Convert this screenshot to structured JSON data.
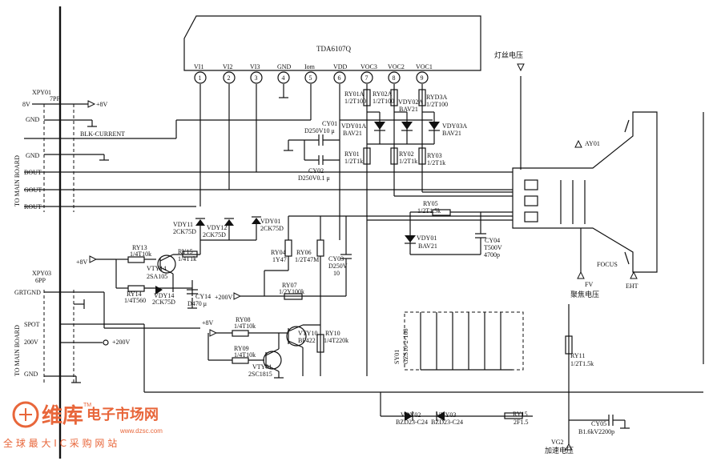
{
  "ic": {
    "name": "TDA6107Q",
    "pins": [
      {
        "num": "1",
        "label": "VI1"
      },
      {
        "num": "2",
        "label": "VI2"
      },
      {
        "num": "3",
        "label": "VI3"
      },
      {
        "num": "4",
        "label": "GND"
      },
      {
        "num": "5",
        "label": "Iom"
      },
      {
        "num": "6",
        "label": "VDD"
      },
      {
        "num": "7",
        "label": "VOC3"
      },
      {
        "num": "8",
        "label": "VOC2"
      },
      {
        "num": "9",
        "label": "VOC1"
      }
    ]
  },
  "connectors": {
    "xpy01": {
      "ref": "XPY01",
      "pins": "7PP",
      "side_label": "TO MAIN BOARD",
      "lines": [
        "8V",
        "GND",
        "BLK-CURRENT",
        "GND",
        "BOUT",
        "GOUT",
        "ROUT"
      ],
      "plus8v": "+8V"
    },
    "xpy03": {
      "ref": "XPY03",
      "pins": "6PP",
      "side_label": "TO MAIN BOARD",
      "lines": [
        "GRTGND",
        "SPOT",
        "200V",
        "GND"
      ],
      "plus200v": "+200V"
    }
  },
  "components": {
    "cy01": "CY01",
    "cy01_val": "D250V10 μ",
    "cy02": "CY02",
    "cy02_val": "D250V0.1 μ",
    "ry01a": "RY01A",
    "ry01a_val": "1/2T100",
    "ry02a": "RY02A",
    "ry02a_val": "1/2T100",
    "ryd3a": "RYD3A",
    "ryd3a_val": "1/2T100",
    "vdy01a": "VDY01A",
    "vdy01a_val": "BAV21",
    "vdy02a": "VDY02A",
    "vdy02a_val": "BAV21",
    "vdy03a": "VDY03A",
    "vdy03a_val": "BAV21",
    "ry01": "RY01",
    "ry01_val": "1/2T1k",
    "ry02": "RY02",
    "ry02_val": "1/2T1k",
    "ry03": "RY03",
    "ry03_val": "1/2T1k",
    "ry05": "RY05",
    "ry05_val": "1/2T1.5k",
    "vdy11": "VDY11",
    "vdy11_val": "2CK75D",
    "vdy12": "VDY12",
    "vdy12_val": "2CK75D",
    "vdy01": "VDY01",
    "vdy01_val": "2CK75D",
    "vdy01b": "VDY01",
    "vdy01b_val": "BAV21",
    "cy04": "CY04",
    "cy04_val": "T500V",
    "cy04_val2": "4700p",
    "ry13": "RY13",
    "ry13_val": "1/4T10k",
    "ry15": "RY15",
    "ry15_val": "1/4T1k",
    "vty14": "VTY14",
    "vty14_val": "2SA105",
    "ry14": "RY14",
    "ry14_val": "1/4T560",
    "vdy14": "VDY14",
    "vdy14_val": "2CK75D",
    "cy14": "CY14",
    "cy14_val": "D470 μ",
    "ry04": "RY04",
    "ry04_val": "1Y47",
    "ry06": "RY06",
    "ry06_val": "1/2T47M",
    "cy03": "CY03",
    "cy03_val": "D250V",
    "cy03_val2": "10",
    "ry07": "RY07",
    "ry07_val": "1/2Y100k",
    "ry08": "RY08",
    "ry08_val": "1/4T10k",
    "ry09": "RY09",
    "ry09_val": "1/4T10k",
    "vty10": "VTY10",
    "vty10_val": "BF422",
    "ry10": "RY10",
    "ry10_val": "1/4T220k",
    "vty01": "VTY01",
    "vty01_val": "2SC1815",
    "sy01": "SY01",
    "sy01_val": "GZS10-2-108",
    "ry11": "RY11",
    "ry11_val": "1/2T1.5k",
    "vdy02": "VDY02",
    "vdy02_val": "BZD23-C24",
    "vdy03": "VDY03",
    "vdy03_val": "BZD23-C24",
    "ry15b": "RY15",
    "ry15b_val": "2F1.5",
    "cy05": "CY05",
    "cy05_val": "B1.6kV2200p"
  },
  "labels": {
    "heater": "灯丝电压",
    "ay01": "AY01",
    "focus": "FOCUS",
    "fv": "FV",
    "fv_cn": "聚焦电压",
    "eht": "EHT",
    "vg2": "VG2",
    "vg2_cn": "加速电压",
    "plus8v_a": "+8V",
    "plus8v_b": "+8V",
    "plus200v": "+200V"
  },
  "watermark": {
    "brand": "维库",
    "brand2": "电子市场网",
    "tm": "TM",
    "url": "www.dzsc.com",
    "tagline": "全 球 最 大 I C 采 购 网 站"
  }
}
